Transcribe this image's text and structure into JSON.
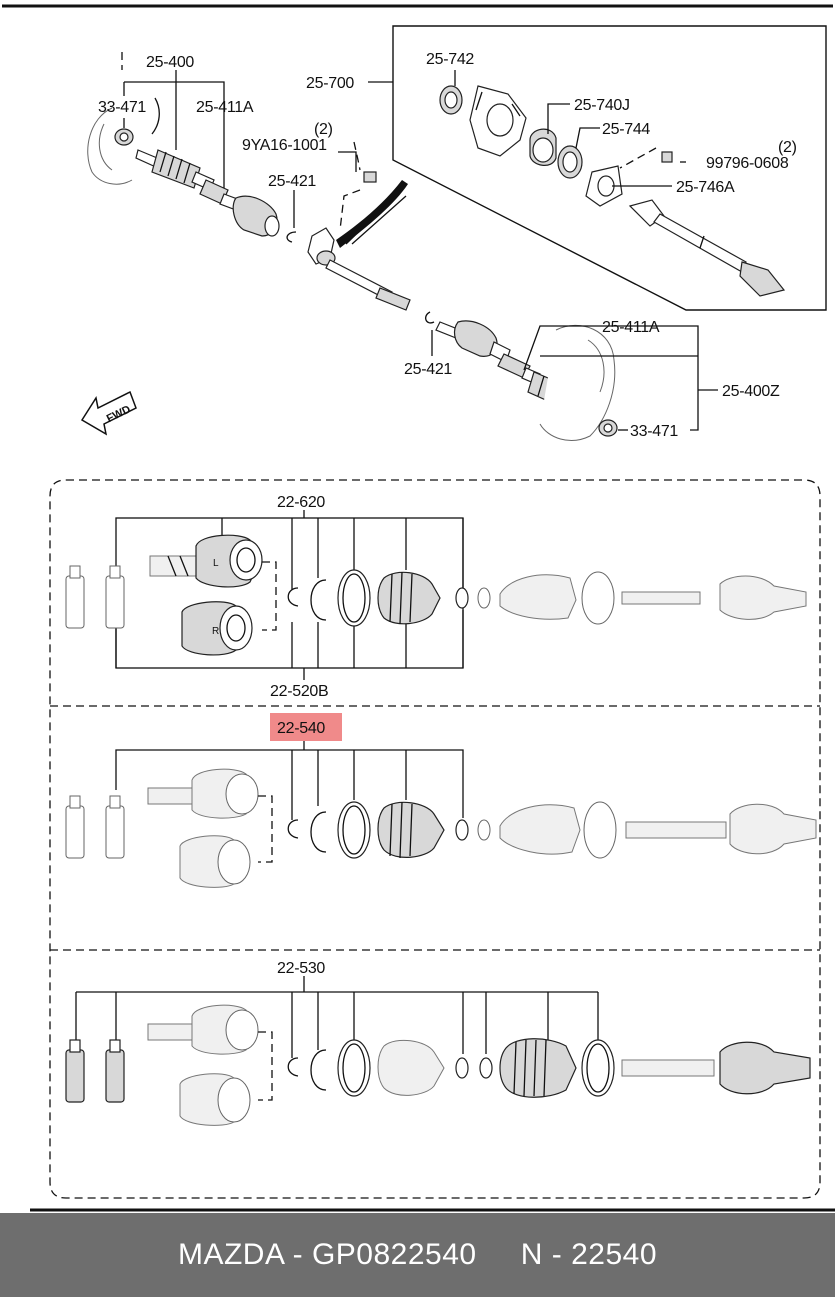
{
  "labels": {
    "top": {
      "p25_400": "25-400",
      "p33_471_top": "33-471",
      "p25_411A_top": "25-411A",
      "p2_a": "(2)",
      "p9YA16": "9YA16-1001",
      "p25_421_top": "25-421",
      "p25_700": "25-700",
      "p25_742": "25-742",
      "p25_740J": "25-740J",
      "p25_744": "25-744",
      "p2_b": "(2)",
      "p99796": "99796-0608",
      "p25_746A": "25-746A",
      "p25_411A_bot": "25-411A",
      "p25_400Z": "25-400Z",
      "p25_421_bot": "25-421",
      "p33_471_bot": "33-471",
      "fwd": "FWD"
    },
    "sections": {
      "s1_top": "22-620",
      "s1_bottom": "22-520B",
      "s2_top": "22-540",
      "s3_top": "22-530"
    },
    "joint_left": "L",
    "joint_right": "R"
  },
  "highlight_color": "#f08a8a",
  "footer": {
    "text": "MAZDA - GP0822540     N - 22540",
    "background": "#6e6e6e"
  }
}
